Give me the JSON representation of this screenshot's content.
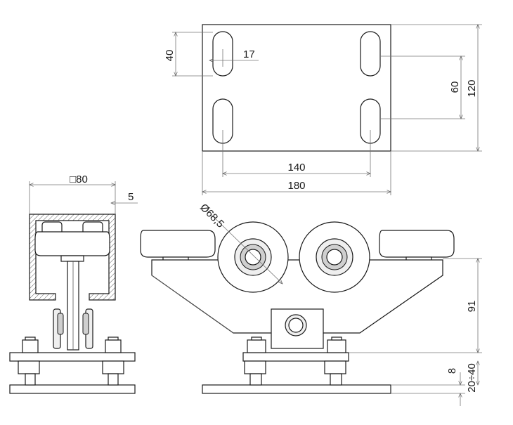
{
  "dimensions": {
    "slot_length": "40",
    "slot_width": "17",
    "hole_spacing_vertical": "60",
    "plate_height": "120",
    "hole_spacing_horizontal": "140",
    "plate_width": "180",
    "profile_size": "□80",
    "wall_thickness": "5",
    "wheel_diameter": "Ø68,5",
    "height_to_plate": "91",
    "plate_thickness": "8",
    "adjustment_range": "20÷40"
  },
  "colors": {
    "line": "#1a1a1a",
    "dimension": "#777777",
    "fill_light": "#efefef"
  }
}
